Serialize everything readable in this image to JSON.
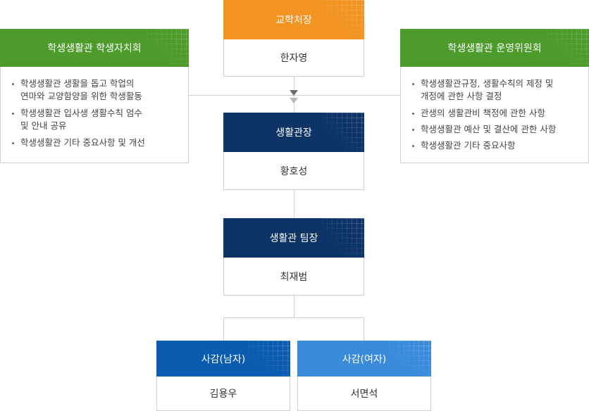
{
  "dean": {
    "title": "교학처장",
    "name": "한자영",
    "color": "#f39422"
  },
  "student_council": {
    "title": "학생생활관 학생자치회",
    "color": "#4c9b2b",
    "duties": [
      "학생생활관 생활을 돕고 학업의\n연마와 교양함양을 위한 학생활동",
      "학생생활관 입사생 생활수칙 엄수\n및 안내 공유",
      "학생생활관 기타 중요사항 및 개선"
    ]
  },
  "operating_committee": {
    "title": "학생생활관 운영위원회",
    "color": "#4c9b2b",
    "duties": [
      "학생생활관규정, 생활수칙의 제정 및\n개정에 관한 사항 결정",
      "관생의 생활관비 책정에 관한 사항",
      "학생생활관 예산 및 결산에 관한 사항",
      "학생생활관 기타 중요사항"
    ]
  },
  "director": {
    "title": "생활관장",
    "name": "황호성",
    "color": "#0e3366"
  },
  "team_leader": {
    "title": "생활관 팀장",
    "name": "최재범",
    "color": "#0e3366"
  },
  "supervisor_male": {
    "title": "사감(남자)",
    "name": "김용우",
    "color": "#0b5cb0"
  },
  "supervisor_female": {
    "title": "사감(여자)",
    "name": "서면석",
    "color": "#3b8bdb"
  }
}
